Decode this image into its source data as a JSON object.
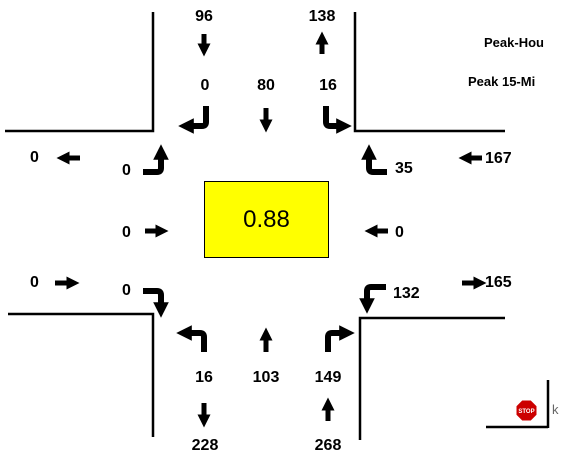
{
  "header": {
    "peak_hour_label": "Peak-Hou",
    "peak_15_label": "Peak 15-Mi"
  },
  "phf": {
    "value": "0.88",
    "box_color": "#ffff00"
  },
  "north": {
    "entering": "96",
    "exiting": "138",
    "right": "0",
    "through": "80",
    "left": "16"
  },
  "east": {
    "entering": "167",
    "exiting": "165",
    "left": "35",
    "through": "0",
    "right": "132"
  },
  "south": {
    "entering": "268",
    "exiting": "228",
    "left": "16",
    "through": "103",
    "right": "149"
  },
  "west": {
    "entering": "0",
    "exiting": "0",
    "left": "0",
    "through": "0",
    "right": "0"
  },
  "icons": {
    "stop_sign": "stop-sign-icon",
    "stop_sign_text": "STOP",
    "stop_color": "#cc0000"
  }
}
